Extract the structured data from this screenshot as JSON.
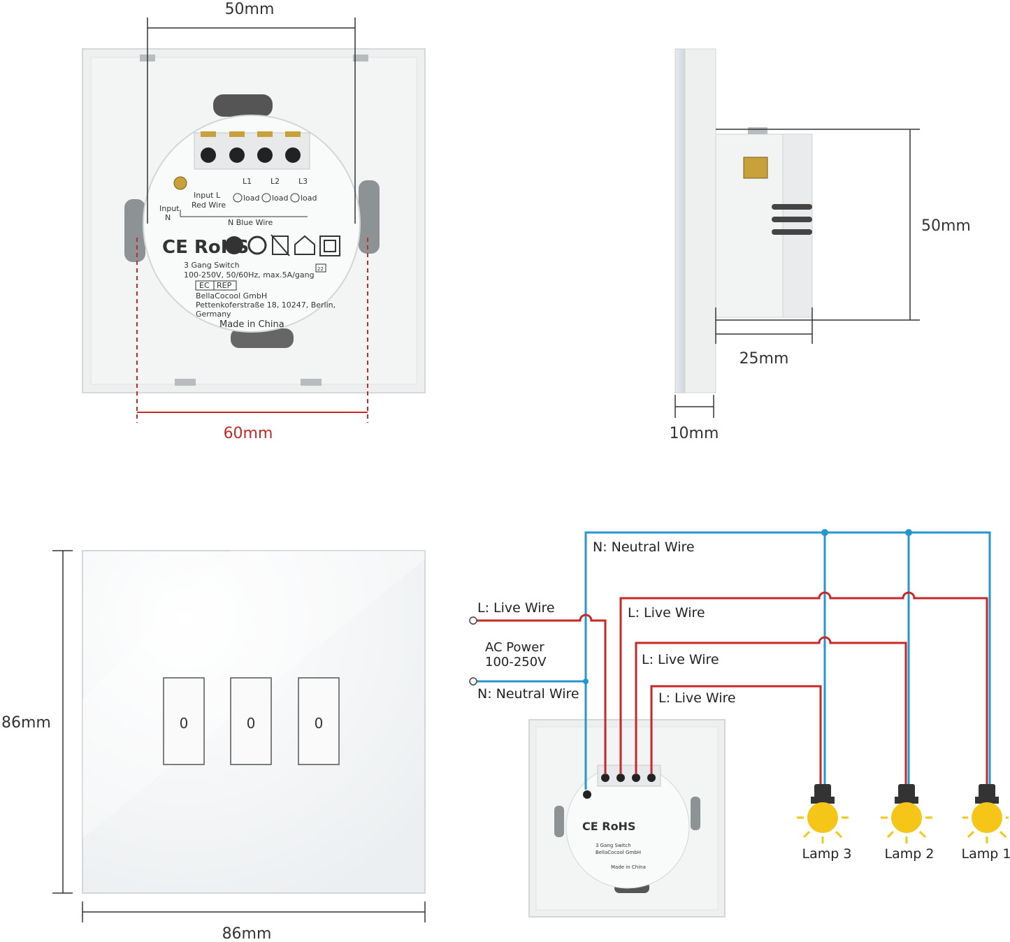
{
  "dimensions": {
    "back_screw_spacing": "50mm",
    "back_box_spacing": "60mm",
    "side_depth_height": "50mm",
    "side_body_depth": "25mm",
    "side_panel_depth": "10mm",
    "front_height": "86mm",
    "front_width": "86mm"
  },
  "back_label": {
    "terminals": [
      "L1",
      "L2",
      "L3"
    ],
    "input_l": "Input L",
    "red_wire": "Red Wire",
    "input": "Input",
    "n": "N",
    "n_blue": "N  Blue Wire",
    "load": "load",
    "cert": "CE RoHS",
    "product": "3 Gang Switch",
    "rating": "100-250V, 50/60Hz, max.5A/gang",
    "ec": "EC",
    "rep": "REP",
    "company": "BellaCocool GmbH",
    "address": "Pettenkoferstraße 18, 10247, Berlin,",
    "country": "Germany",
    "made_in": "Made in China",
    "code": "22"
  },
  "front": {
    "button_symbol": "0"
  },
  "wiring": {
    "neutral_top": "N: Neutral Wire",
    "live_in": "L: Live Wire",
    "ac_power": "AC Power",
    "ac_range": "100-250V",
    "neutral_in": "N: Neutral Wire",
    "live_1": "L: Live Wire",
    "live_2": "L: Live Wire",
    "live_3": "L: Live Wire",
    "lamps": [
      "Lamp 3",
      "Lamp 2",
      "Lamp 1"
    ]
  },
  "colors": {
    "live": "#c62828",
    "neutral": "#2596cf",
    "bulb": "#f5c518",
    "dim_red": "#c62828"
  }
}
